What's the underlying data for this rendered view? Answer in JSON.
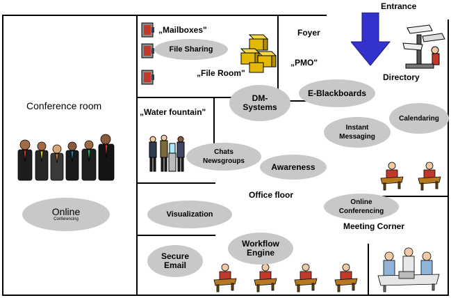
{
  "rooms": {
    "conference_room": "Conference room",
    "mailboxes": "„Mailboxes\"",
    "file_room": "„File Room\"",
    "foyer": "Foyer",
    "pmo": "„PMO\"",
    "entrance": "Entrance",
    "directory": "Directory",
    "water_fountain": "„Water fountain\"",
    "office_floor": "Office floor",
    "meeting_corner": "Meeting Corner"
  },
  "services": {
    "file_sharing": "File Sharing",
    "dm_systems": [
      "DM-",
      "Systems"
    ],
    "e_blackboards": "E-Blackboards",
    "calendaring": "Calendaring",
    "instant_messaging": [
      "Instant",
      "Messaging"
    ],
    "chats_newsgroups": [
      "Chats",
      "Newsgroups"
    ],
    "awareness": "Awareness",
    "online_conferencing": [
      "Online",
      "Conferencing"
    ],
    "visualization": "Visualization",
    "secure_email": [
      "Secure",
      "Email"
    ],
    "workflow_engine": [
      "Workflow",
      "Engine"
    ],
    "online": "Online",
    "online_sub": "Conferencing"
  },
  "colors": {
    "ellipse_fill": "#c8c8c8",
    "arrow_blue": "#3333cc",
    "wall": "#000000"
  },
  "icons": [
    "mailbox-icon",
    "file-boxes-icon",
    "directory-signpost-icon",
    "water-cooler-people-icon",
    "business-people-group-icon",
    "desk-person-icon",
    "meeting-group-icon"
  ]
}
